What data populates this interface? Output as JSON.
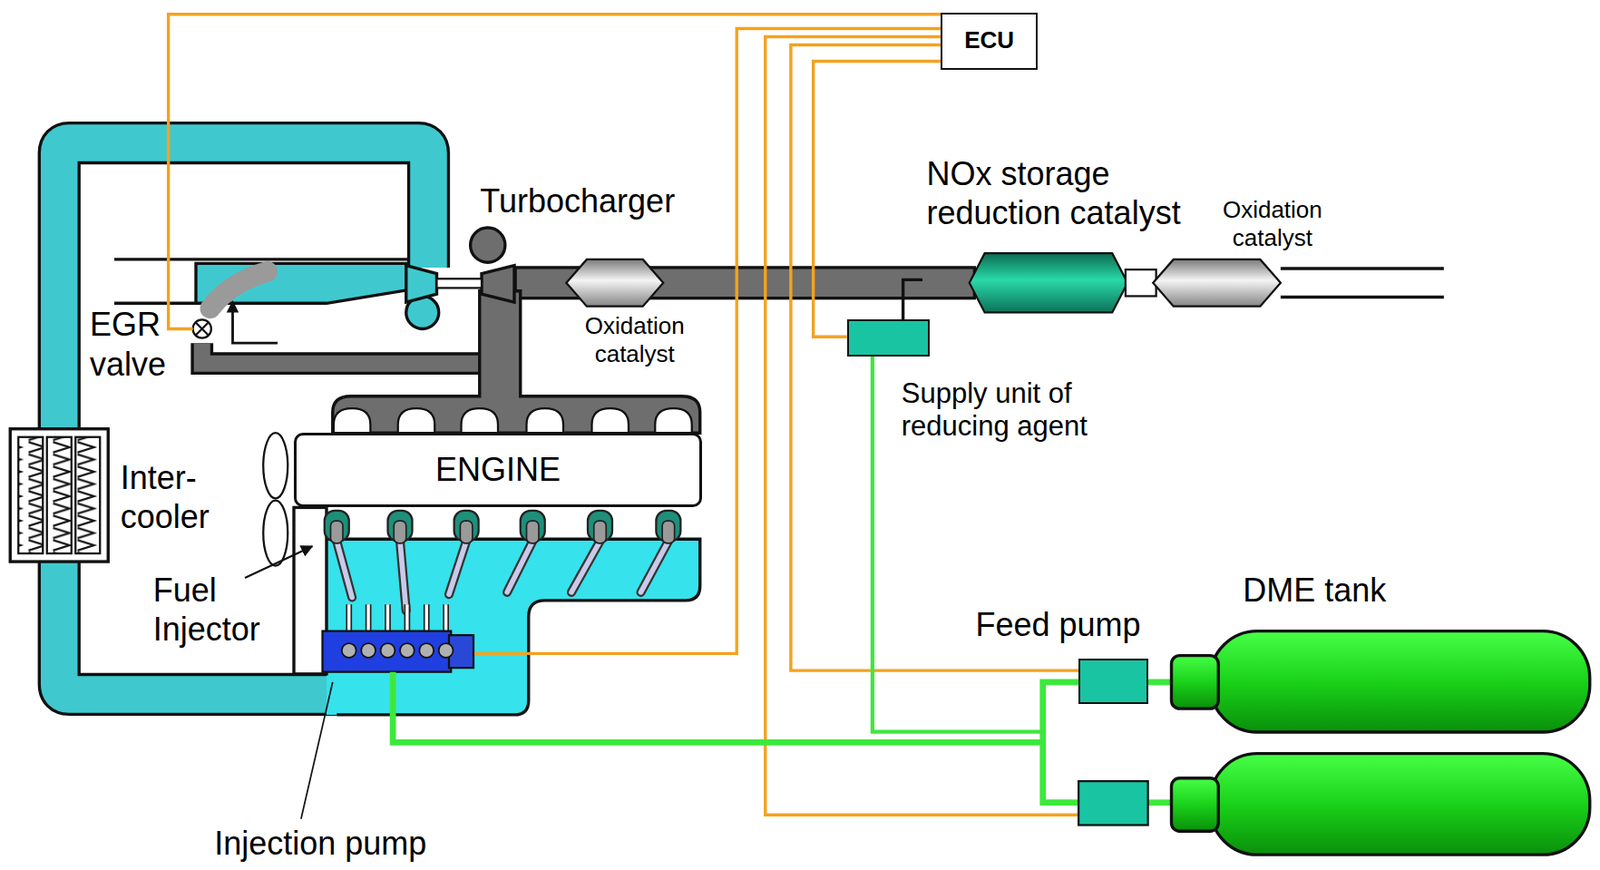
{
  "diagram": {
    "nodes": [
      {
        "text": [
          "ECU"
        ]
      },
      {
        "text": [
          "ENGINE"
        ]
      },
      {
        "text": [
          "Supply unit of reducing agent"
        ]
      },
      {
        "text": [
          "Feed pump"
        ]
      }
    ],
    "edges": [
      {
        "from": 0,
        "to": 2,
        "arrow": "none"
      },
      {
        "from": 0,
        "to": 3,
        "arrow": "none"
      },
      {
        "from": 3,
        "to": 2,
        "arrow": "none"
      }
    ],
    "labels": [
      "Turbocharger",
      "NOx storage reduction catalyst",
      "Oxidation catalyst",
      "EGR valve",
      "Oxidation catalyst",
      "Inter- cooler",
      "Fuel Injector",
      "DME tank",
      "Injection pump"
    ]
  }
}
